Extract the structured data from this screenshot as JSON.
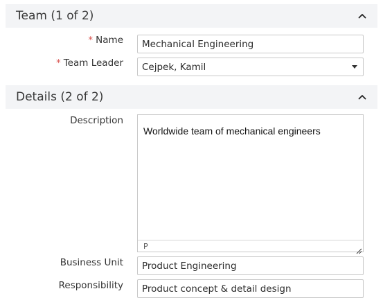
{
  "sections": [
    {
      "title": "Team (1 of 2)",
      "collapse_icon": "chevron-up-icon"
    },
    {
      "title": "Details (2 of 2)",
      "collapse_icon": "chevron-up-icon"
    }
  ],
  "form": {
    "required_marker": "*",
    "name": {
      "label": "Name",
      "value": "Mechanical Engineering"
    },
    "team_leader": {
      "label": "Team Leader",
      "value": "Cejpek, Kamil"
    },
    "description": {
      "label": "Description",
      "value": "Worldwide team of mechanical engineers",
      "status_path": "P"
    },
    "business_unit": {
      "label": "Business Unit",
      "value": "Product Engineering"
    },
    "responsibility": {
      "label": "Responsibility",
      "value": "Product concept & detail design"
    }
  },
  "colors": {
    "required": "#d9534f",
    "header_bg": "#f3f4f6",
    "border": "#c8c8c8"
  }
}
